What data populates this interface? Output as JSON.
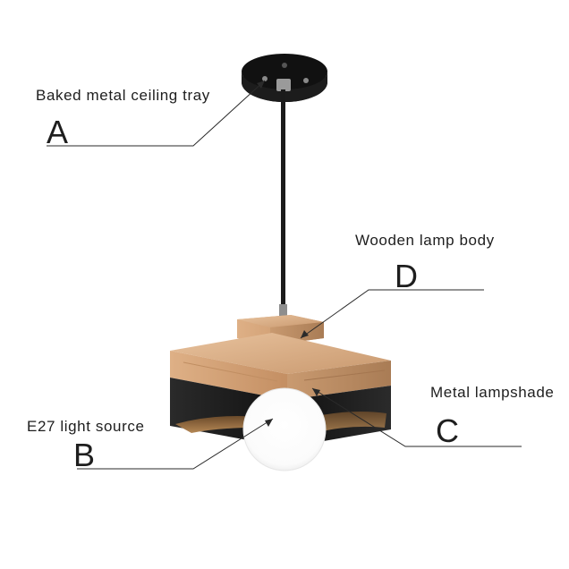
{
  "labels": {
    "a": {
      "letter": "A",
      "caption": "Baked metal ceiling tray"
    },
    "b": {
      "letter": "B",
      "caption": "E27 light source"
    },
    "c": {
      "letter": "C",
      "caption": "Metal lampshade"
    },
    "d": {
      "letter": "D",
      "caption": "Wooden lamp body"
    }
  },
  "colors": {
    "background": "#ffffff",
    "metal": "#1a1a1a",
    "wood_light": "#e0b58e",
    "wood_dark": "#b98a62",
    "leader_line": "#2a2a2a"
  }
}
